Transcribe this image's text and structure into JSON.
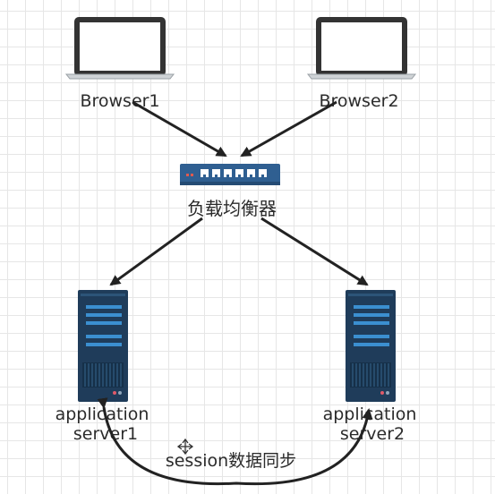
{
  "nodes": {
    "browser1": {
      "label": "Browser1",
      "icon": "laptop-icon"
    },
    "browser2": {
      "label": "Browser2",
      "icon": "laptop-icon"
    },
    "load_balancer": {
      "label": "负载均衡器",
      "icon": "network-switch-icon"
    },
    "server1": {
      "label_line1": "application",
      "label_line2": "server1",
      "icon": "server-tower-icon"
    },
    "server2": {
      "label_line1": "application",
      "label_line2": "server2",
      "icon": "server-tower-icon"
    }
  },
  "edges": {
    "sync_label": "session数据同步"
  },
  "colors": {
    "background": "#ffffff",
    "grid": "#e6e6e6",
    "laptop_outline": "#333333",
    "switch_body": "#2f5f91",
    "server_body": "#1f3c5a",
    "server_slots": "#3b8fd0",
    "arrow": "#222222"
  }
}
